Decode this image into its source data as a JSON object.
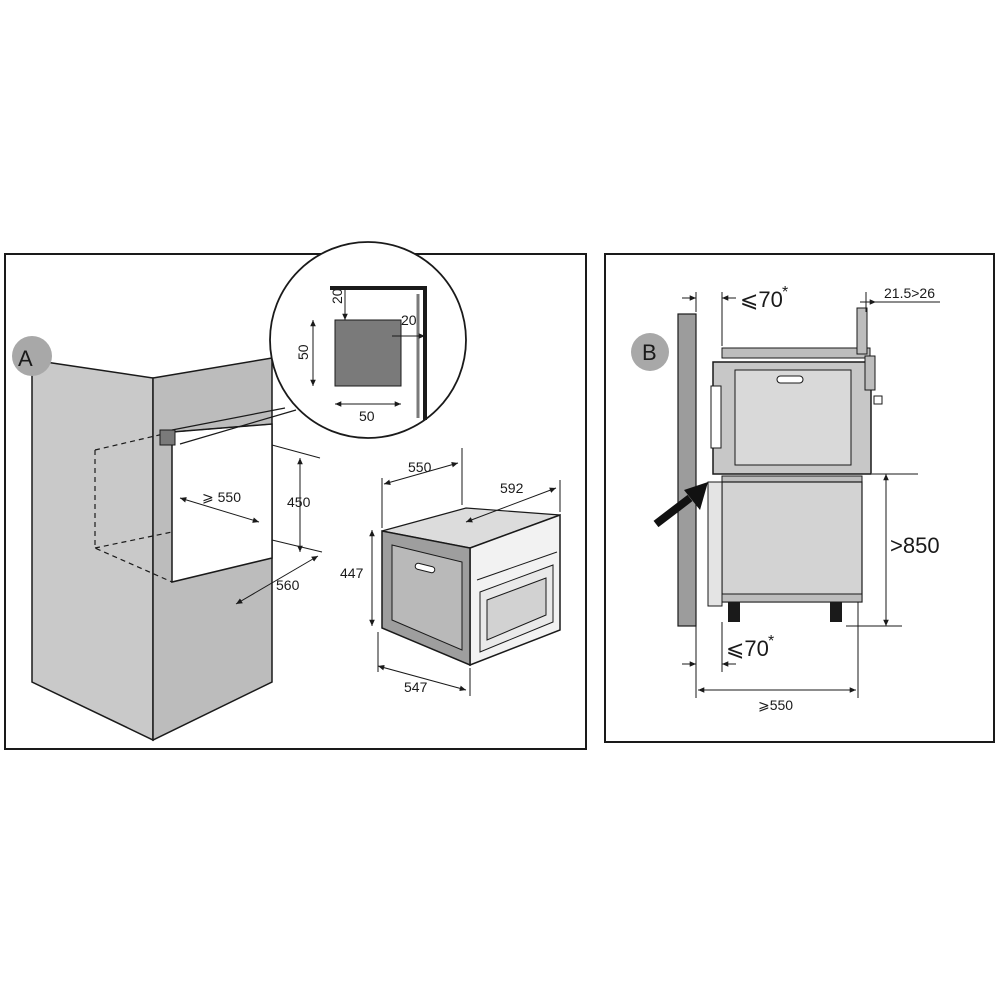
{
  "panel_a": {
    "badge": "A",
    "detail": {
      "top_offset": "20",
      "side_offset": "20",
      "box_height": "50",
      "box_width": "50"
    },
    "niche": {
      "depth_min": "⩾ 550",
      "height": "450",
      "width": "560"
    },
    "appliance": {
      "depth": "550",
      "width": "592",
      "height": "447",
      "body_depth": "547"
    }
  },
  "panel_b": {
    "badge": "B",
    "top_clearance": "⩽70",
    "top_clearance_mark": "*",
    "door_offset": "21.5>26",
    "floor_height": ">850",
    "bottom_clearance": "⩽70",
    "bottom_clearance_mark": "*",
    "base_depth": "⩾550"
  },
  "colors": {
    "line": "#1a1a1a",
    "cabinet_fill": "#c8c8c8",
    "badge_fill": "#a8a8a8",
    "detail_fill": "#7a7a7a"
  }
}
